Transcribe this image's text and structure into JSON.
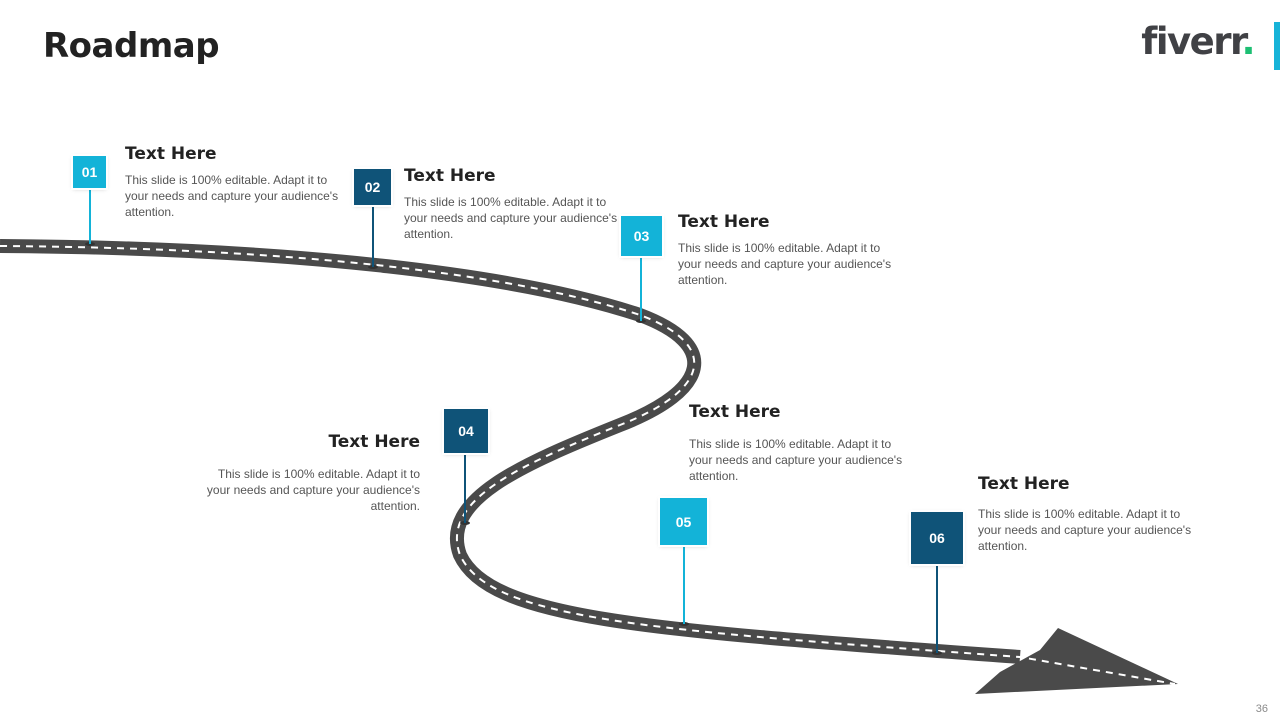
{
  "header": {
    "title": "Roadmap"
  },
  "logo": {
    "text": "fiverr",
    "dot": ".",
    "brand_green": "#1dbf73",
    "accent_blue": "#17b3d8"
  },
  "page_number": "36",
  "colors": {
    "light": "#13b3d8",
    "dark": "#0f5378",
    "road": "#4a4a4a"
  },
  "milestones": [
    {
      "number": "01",
      "heading": "Text Here",
      "body": "This slide is 100% editable. Adapt it to your needs and capture your audience's attention."
    },
    {
      "number": "02",
      "heading": "Text Here",
      "body": "This slide is 100% editable. Adapt it to your needs and capture your audience's attention."
    },
    {
      "number": "03",
      "heading": "Text Here",
      "body": "This slide is 100% editable. Adapt it to your needs and capture your audience's attention."
    },
    {
      "number": "04",
      "heading": "Text Here",
      "body": "This slide is 100% editable. Adapt it to your needs and capture your audience's attention."
    },
    {
      "number": "05",
      "heading": "Text Here",
      "body": "This slide is 100% editable. Adapt it to your needs and capture your audience's attention."
    },
    {
      "number": "06",
      "heading": "Text Here",
      "body": "This slide is 100% editable. Adapt it to your needs and capture your audience's attention."
    }
  ]
}
